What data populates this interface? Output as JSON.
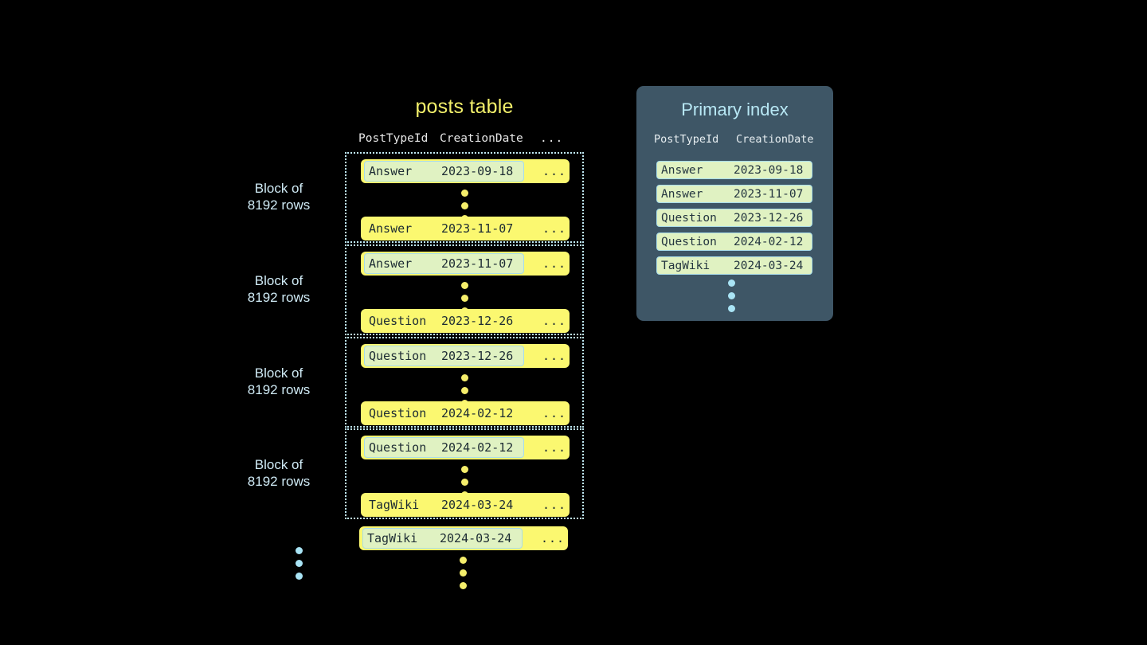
{
  "background": "#000000",
  "colors": {
    "row_yellow": "#fbf870",
    "chip_green": "#e0f2c2",
    "accent_blue": "#a9e4f5",
    "panel_slate": "#3e5666",
    "title_yellow": "#f2ef6a",
    "text_dark": "#1c2b33"
  },
  "posts_table": {
    "title": "posts table",
    "columns": {
      "post_type_id": "PostTypeId",
      "creation_date": "CreationDate",
      "more": "..."
    },
    "blocks": [
      {
        "label_line1": "Block of",
        "label_line2": "8192 rows",
        "first_row": {
          "post_type": "Answer",
          "date": "2023-09-18",
          "more": "...",
          "highlighted": true
        },
        "last_row": {
          "post_type": "Answer",
          "date": "2023-11-07",
          "more": "...",
          "highlighted": false
        }
      },
      {
        "label_line1": "Block of",
        "label_line2": "8192 rows",
        "first_row": {
          "post_type": "Answer",
          "date": "2023-11-07",
          "more": "...",
          "highlighted": true
        },
        "last_row": {
          "post_type": "Question",
          "date": "2023-12-26",
          "more": "...",
          "highlighted": false
        }
      },
      {
        "label_line1": "Block of",
        "label_line2": "8192 rows",
        "first_row": {
          "post_type": "Question",
          "date": "2023-12-26",
          "more": "...",
          "highlighted": true
        },
        "last_row": {
          "post_type": "Question",
          "date": "2024-02-12",
          "more": "...",
          "highlighted": false
        }
      },
      {
        "label_line1": "Block of",
        "label_line2": "8192 rows",
        "first_row": {
          "post_type": "Question",
          "date": "2024-02-12",
          "more": "...",
          "highlighted": true
        },
        "last_row": {
          "post_type": "TagWiki",
          "date": "2024-03-24",
          "more": "...",
          "highlighted": false
        }
      }
    ],
    "trailing_row": {
      "post_type": "TagWiki",
      "date": "2024-03-24",
      "more": "...",
      "highlighted": true
    }
  },
  "primary_index": {
    "title": "Primary index",
    "columns": {
      "post_type_id": "PostTypeId",
      "creation_date": "CreationDate"
    },
    "rows": [
      {
        "post_type": "Answer",
        "date": "2023-09-18"
      },
      {
        "post_type": "Answer",
        "date": "2023-11-07"
      },
      {
        "post_type": "Question",
        "date": "2023-12-26"
      },
      {
        "post_type": "Question",
        "date": "2024-02-12"
      },
      {
        "post_type": "TagWiki",
        "date": "2024-03-24"
      }
    ]
  }
}
